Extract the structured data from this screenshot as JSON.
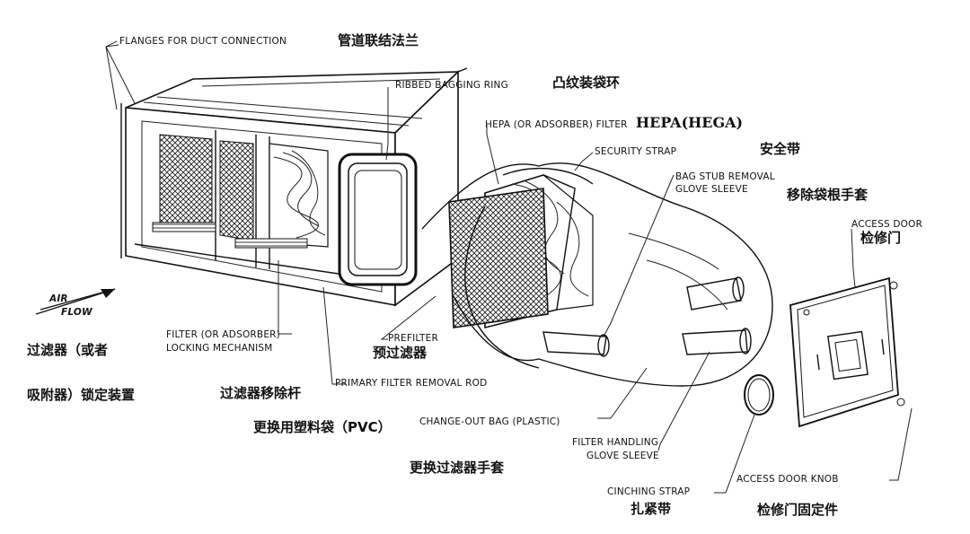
{
  "labels": {
    "flanges_en": "FLANGES FOR DUCT CONNECTION",
    "flanges_zh": "管道联结法兰",
    "ribbed_en": "RIBBED BAGGING RING",
    "ribbed_zh": "凸纹装袋环",
    "hepa_en": "HEPA (OR ADSORBER) FILTER",
    "hepa_zh": "HEPA(HEGA)",
    "security_en": "SECURITY STRAP",
    "security_zh": "安全带",
    "bagstub_en_1": "BAG STUB REMOVAL",
    "bagstub_en_2": "GLOVE SLEEVE",
    "bagstub_zh": "移除袋根手套",
    "access_door_en": "ACCESS DOOR",
    "access_door_zh": "检修门",
    "air_1": "AIR",
    "air_2": "FLOW",
    "filter_lock_en_1": "FILTER (OR ADSORBER)",
    "filter_lock_en_2": "LOCKING MECHANISM",
    "filter_lock_zh_1": "过滤器（或者",
    "filter_lock_zh_2": "吸附器）锁定装置",
    "prefilter_en": "PREFILTER",
    "prefilter_zh": "预过滤器",
    "rod_en": "PRIMARY FILTER REMOVAL ROD",
    "rod_zh": "过滤器移除杆",
    "bag_en": "CHANGE-OUT BAG (PLASTIC)",
    "bag_zh": "更换用塑料袋（PVC）",
    "handling_en_1": "FILTER HANDLING",
    "handling_en_2": "GLOVE SLEEVE",
    "handling_zh": "更换过滤器手套",
    "cinching_en": "CINCHING STRAP",
    "cinching_zh": "扎紧带",
    "knob_en": "ACCESS DOOR KNOB",
    "knob_zh": "检修门固定件"
  }
}
